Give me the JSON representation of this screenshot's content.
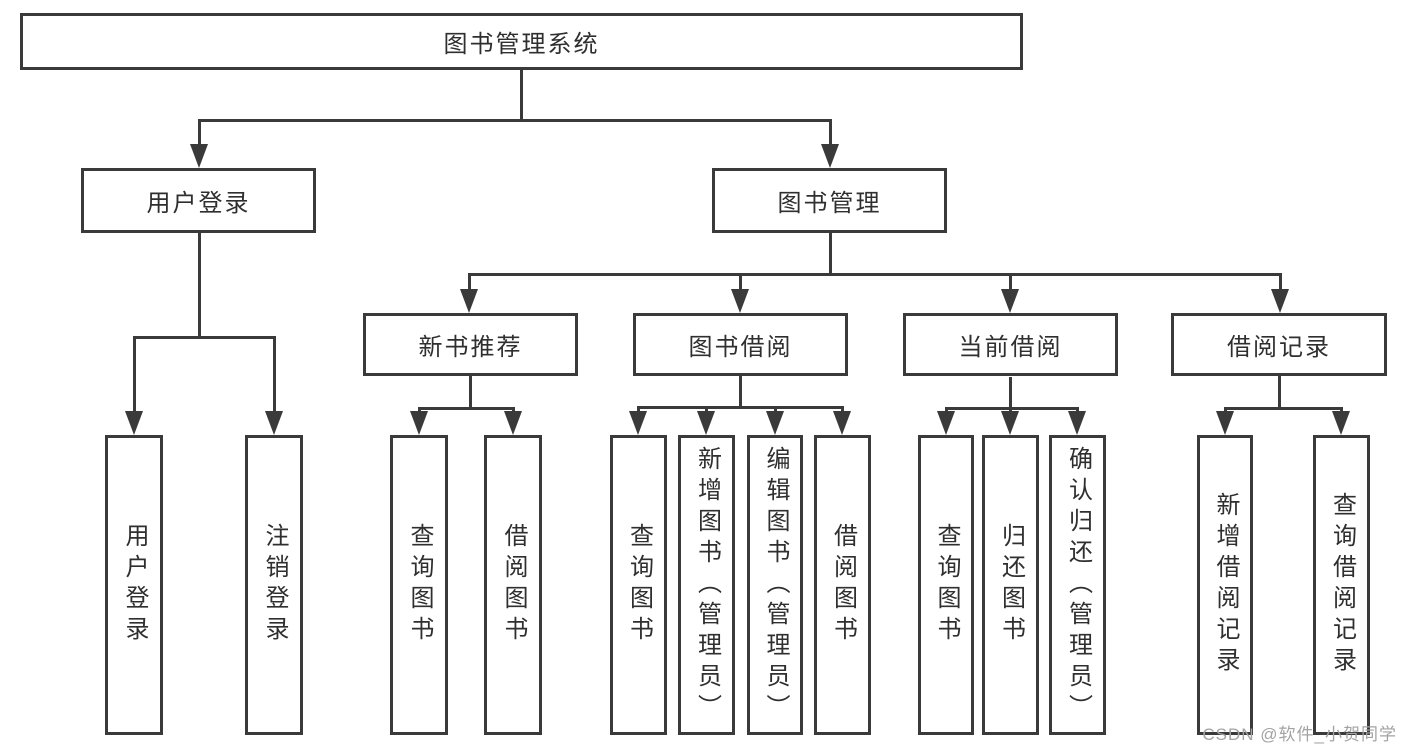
{
  "colors": {
    "line": "#3a3a3a",
    "text": "#2f2f2f",
    "watermark": "#a3a3a3",
    "background": "#ffffff"
  },
  "diagram": {
    "root": {
      "label": "图书管理系统"
    },
    "branches": [
      {
        "label": "用户登录",
        "children": [
          {
            "label": "用户登录"
          },
          {
            "label": "注销登录"
          }
        ]
      },
      {
        "label": "图书管理",
        "children": [
          {
            "label": "新书推荐",
            "children": [
              {
                "label": "查询图书"
              },
              {
                "label": "借阅图书"
              }
            ]
          },
          {
            "label": "图书借阅",
            "children": [
              {
                "label": "查询图书"
              },
              {
                "label": "新增图书（管理员）"
              },
              {
                "label": "编辑图书（管理员）"
              },
              {
                "label": "借阅图书"
              }
            ]
          },
          {
            "label": "当前借阅",
            "children": [
              {
                "label": "查询图书"
              },
              {
                "label": "归还图书"
              },
              {
                "label": "确认归还（管理员）"
              }
            ]
          },
          {
            "label": "借阅记录",
            "children": [
              {
                "label": "新增借阅记录"
              },
              {
                "label": "查询借阅记录"
              }
            ]
          }
        ]
      }
    ]
  },
  "watermark": {
    "text": "CSDN @软件_小贺同学"
  }
}
